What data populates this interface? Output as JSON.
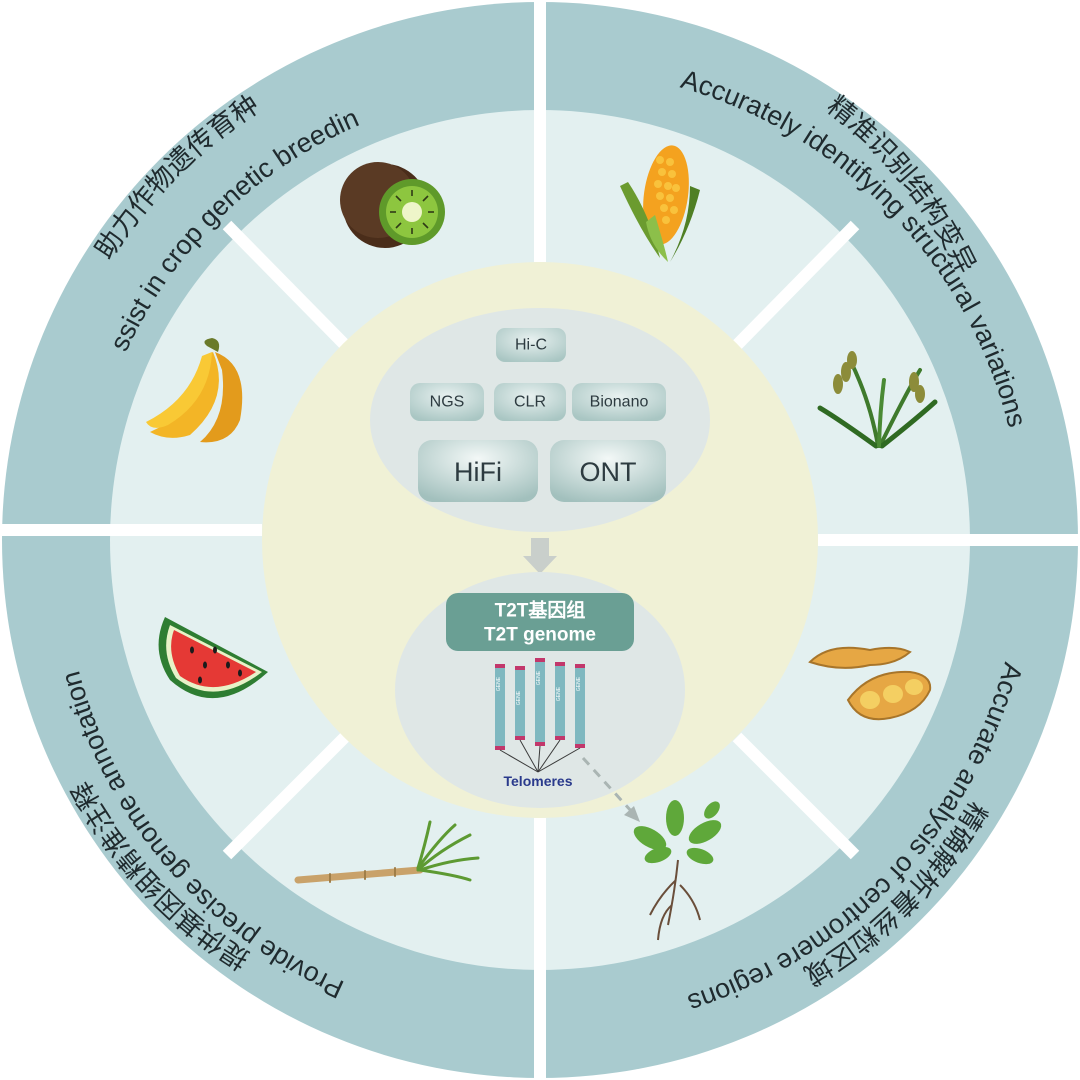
{
  "ring": {
    "top_left": {
      "cn": "助力作物遗传育种",
      "en": "Assist in crop genetic breeding"
    },
    "top_right": {
      "en": "Accurately identifying structural variations",
      "cn": "精准识别结构变异"
    },
    "bottom_right": {
      "en": "Accurate analysis of centromere regions",
      "cn": "精确解析着丝粒区域"
    },
    "bottom_left": {
      "en": "Provide precise genome annotation",
      "cn": "提供基因组精准注释"
    }
  },
  "technologies": {
    "hic": "Hi-C",
    "ngs": "NGS",
    "clr": "CLR",
    "bionano": "Bionano",
    "hifi": "HiFi",
    "ont": "ONT"
  },
  "genome": {
    "title_cn": "T2T基因组",
    "title_en": "T2T genome",
    "gene_tag": "GENE",
    "telomeres": "Telomeres"
  },
  "icons": [
    "kiwi-icon",
    "banana-icon",
    "corn-icon",
    "rice-icon",
    "watermelon-icon",
    "sugarcane-icon",
    "peanut-icon",
    "arabidopsis-icon"
  ],
  "colors": {
    "ring": "#a9cbcf",
    "sector": "#e3f0f0",
    "core": "#f0f1d6",
    "oval": "#dfe7e6",
    "pill": "#bcd4d2",
    "title": "#6a9f94",
    "chromosome": "#7fb8c0",
    "telomere": "#c2376b"
  }
}
